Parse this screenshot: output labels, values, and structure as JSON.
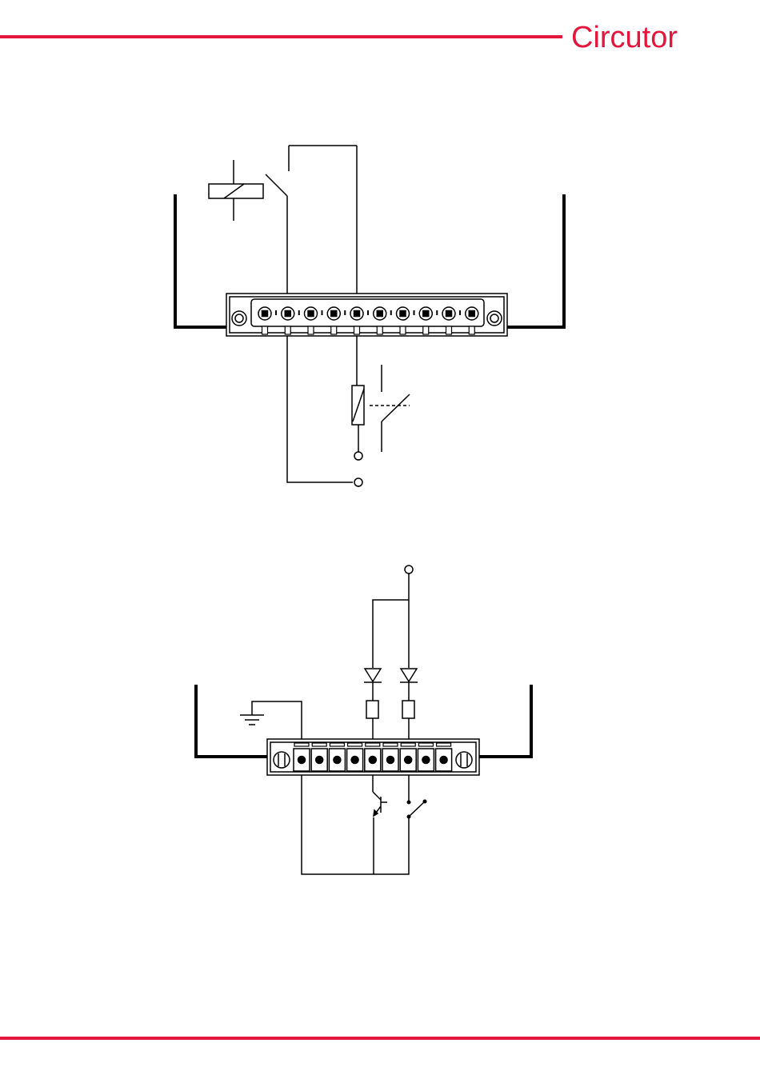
{
  "brand": {
    "logo_text": "Circutor",
    "accent_color": "#e3173e"
  },
  "diagram_1": {
    "connector_terminals": 10,
    "components": [
      "relay-coil",
      "relay-contact",
      "fuse",
      "switch",
      "terminal-connector"
    ]
  },
  "diagram_2": {
    "connector_terminals": 9,
    "components": [
      "ground-symbol",
      "diode",
      "resistor",
      "transistor",
      "switch",
      "terminal-connector"
    ]
  }
}
